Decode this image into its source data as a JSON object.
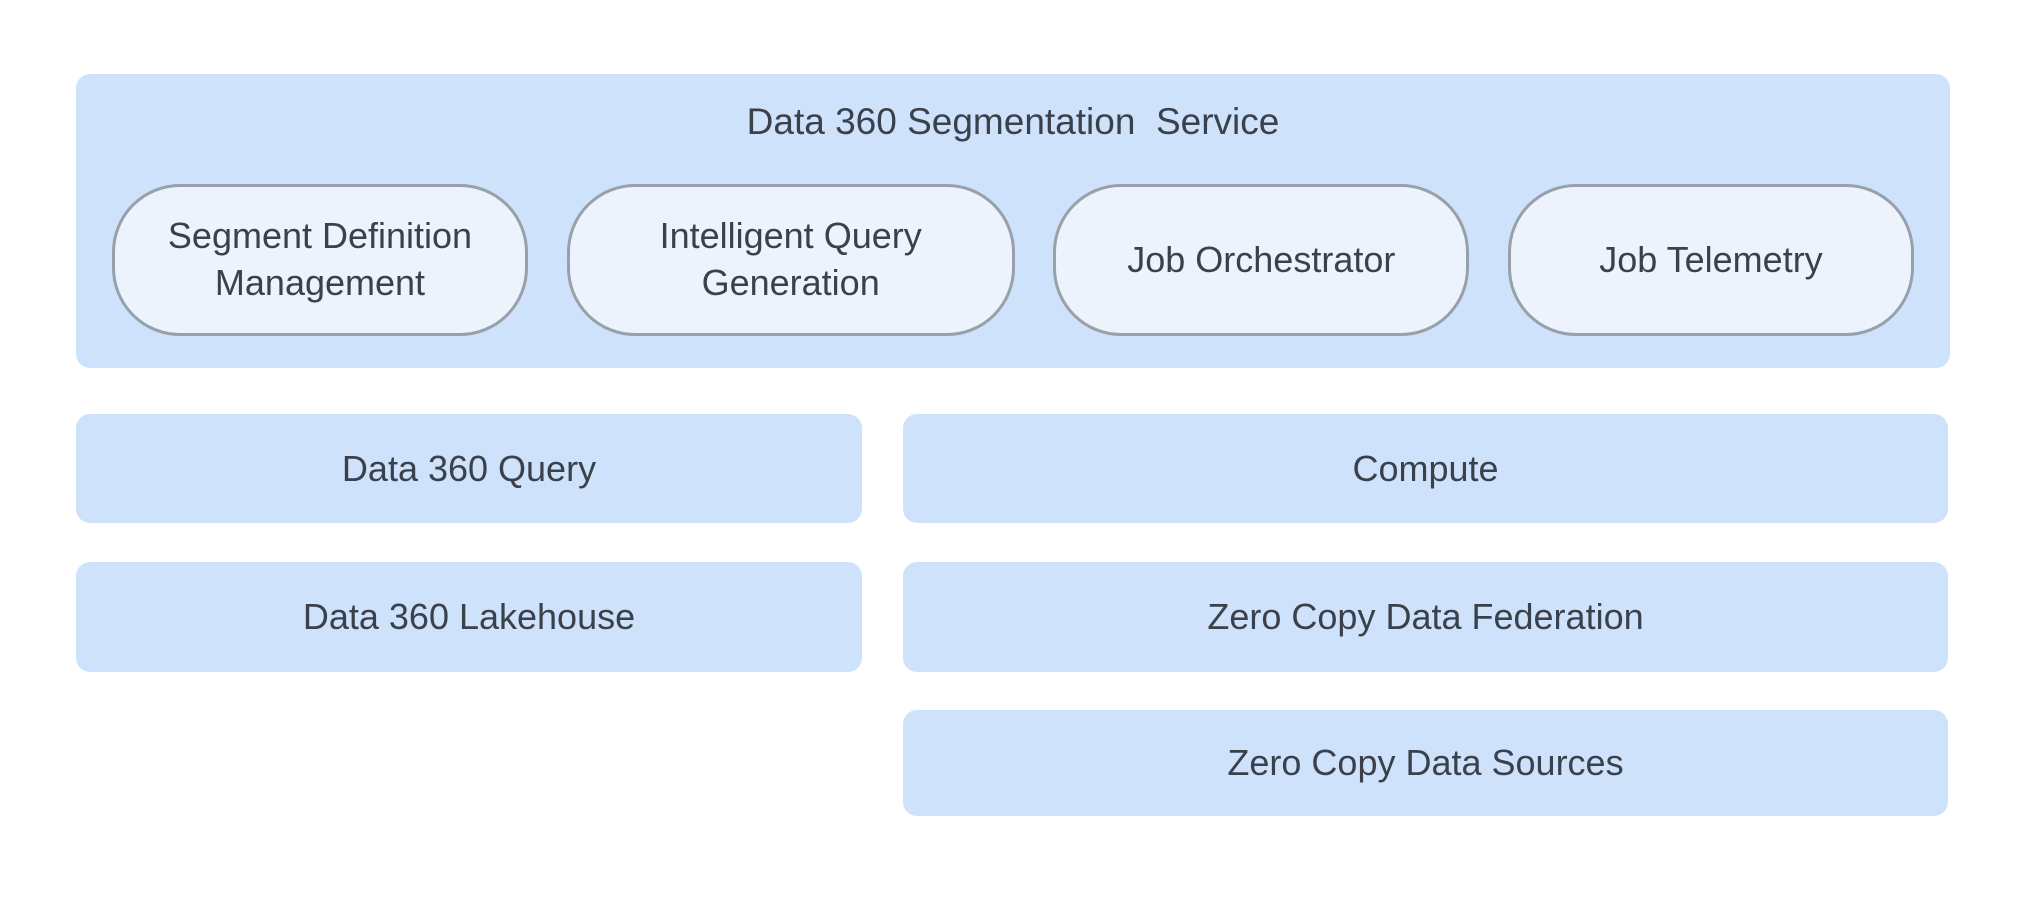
{
  "diagram": {
    "segmentation_service": {
      "title": "Data 360 Segmentation  Service",
      "components": [
        {
          "label": "Segment Definition Management"
        },
        {
          "label": "Intelligent Query Generation"
        },
        {
          "label": "Job Orchestrator"
        },
        {
          "label": "Job Telemetry"
        }
      ]
    },
    "left_column": [
      {
        "label": "Data 360 Query"
      },
      {
        "label": "Data 360 Lakehouse"
      }
    ],
    "right_column": [
      {
        "label": "Compute"
      },
      {
        "label": "Zero Copy Data Federation"
      },
      {
        "label": "Zero Copy Data Sources"
      }
    ],
    "colors": {
      "container_fill": "#cfe2fc",
      "pill_fill": "#edf3fd",
      "pill_border": "#98a0aa",
      "text": "#3b414b",
      "background": "#ffffff"
    }
  }
}
